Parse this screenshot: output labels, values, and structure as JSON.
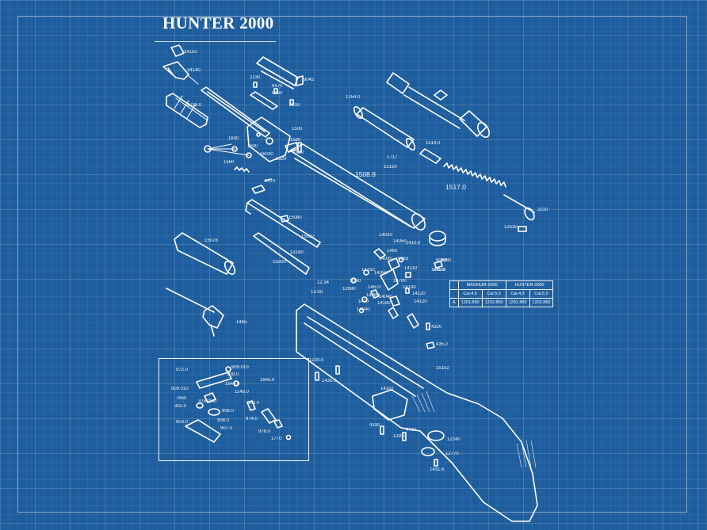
{
  "title": "HUNTER 2000",
  "part_labels": [
    "34150",
    "34140",
    "2130",
    "9470",
    "9042",
    "9460",
    "2310",
    "1238.0",
    "1254.0",
    "1630",
    "1600",
    "16030",
    "1500",
    "1580",
    "2120",
    "1560",
    "1600",
    "1570",
    "1508.8",
    "1717",
    "15120",
    "1514.0",
    "1517.0",
    "2210",
    "12530",
    "15080",
    "15032",
    "13180",
    "15300",
    "15078",
    "14020",
    "14050",
    "1410.0",
    "14030",
    "8063",
    "14150",
    "9050",
    "14110",
    "9060",
    "14050",
    "1460",
    "1410.0",
    "14700",
    "14670",
    "12080",
    "14060",
    "14040",
    "14130",
    "1400",
    "14120",
    "14180",
    "14040",
    "14120",
    "9080",
    "145.0",
    "12.34",
    "13.00",
    "1465",
    "4320",
    "435.2",
    "15152",
    "1220.0",
    "1435.0",
    "14102",
    "4330",
    "12910",
    "4710",
    "12240",
    "12770",
    "1431.6",
    "972.0",
    "909.010",
    "909.0",
    "1644.0",
    "1645.0",
    "909.010",
    "1146.0",
    "7650",
    "302.0",
    "3750100",
    "906.0",
    "963.0",
    "903.0",
    "908.0",
    "907.0",
    "974.0",
    "978.0",
    "1770"
  ],
  "spec_table": {
    "headers": [
      "MAGNUM-2000",
      "HUNTER-2000"
    ],
    "subheaders": [
      "Cal.4,5",
      "Cal.5,5",
      "Cal.4,5",
      "Cal.5,5"
    ],
    "row": {
      "key": "A",
      "values": [
        "1201.850",
        "1202.850",
        "1201.860",
        "1202.860"
      ]
    }
  },
  "colors": {
    "background": "#1f5e9e",
    "lines": "#ffffff"
  }
}
